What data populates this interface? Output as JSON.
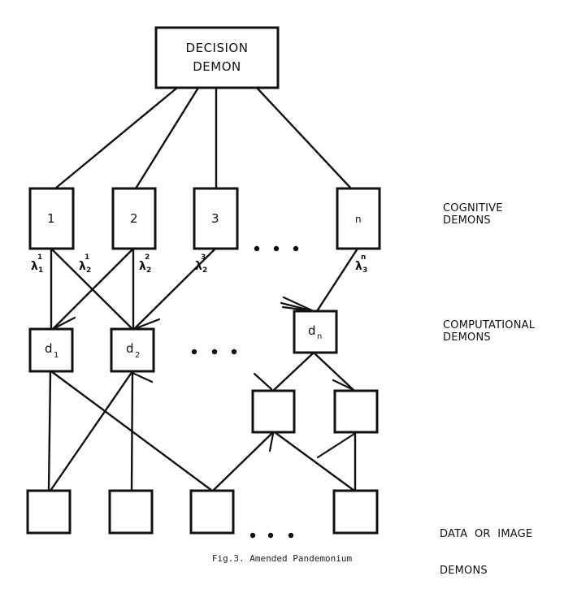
{
  "diagram": {
    "decision_demon": {
      "line1": "DECISION",
      "line2": "DEMON"
    },
    "cognitive_demons": [
      {
        "label": "1"
      },
      {
        "label": "2"
      },
      {
        "label": "3"
      },
      {
        "label": "n"
      }
    ],
    "weights": [
      {
        "symbol": "λ",
        "sup": "1",
        "sub": "1"
      },
      {
        "symbol": "λ",
        "sup": "1",
        "sub": "2"
      },
      {
        "symbol": "λ",
        "sup": "2",
        "sub": "2"
      },
      {
        "symbol": "λ",
        "sup": "3",
        "sub": "2"
      },
      {
        "symbol": "λ",
        "sup": "n",
        "sub": "3"
      }
    ],
    "computational_demons": [
      {
        "label": "d",
        "sub": "1"
      },
      {
        "label": "d",
        "sub": "2"
      },
      {
        "label": "d",
        "sub": "n"
      }
    ],
    "ellipsis": "• • •",
    "row_labels": {
      "cognitive": {
        "line1": "COGNITIVE",
        "line2": "DEMONS"
      },
      "computational": {
        "line1": "COMPUTATIONAL",
        "line2": "DEMONS"
      },
      "data": {
        "line1": "DATA  OR  IMAGE",
        "line2": "DEMONS"
      }
    },
    "caption": "Fig.3. Amended Pandemonium"
  }
}
